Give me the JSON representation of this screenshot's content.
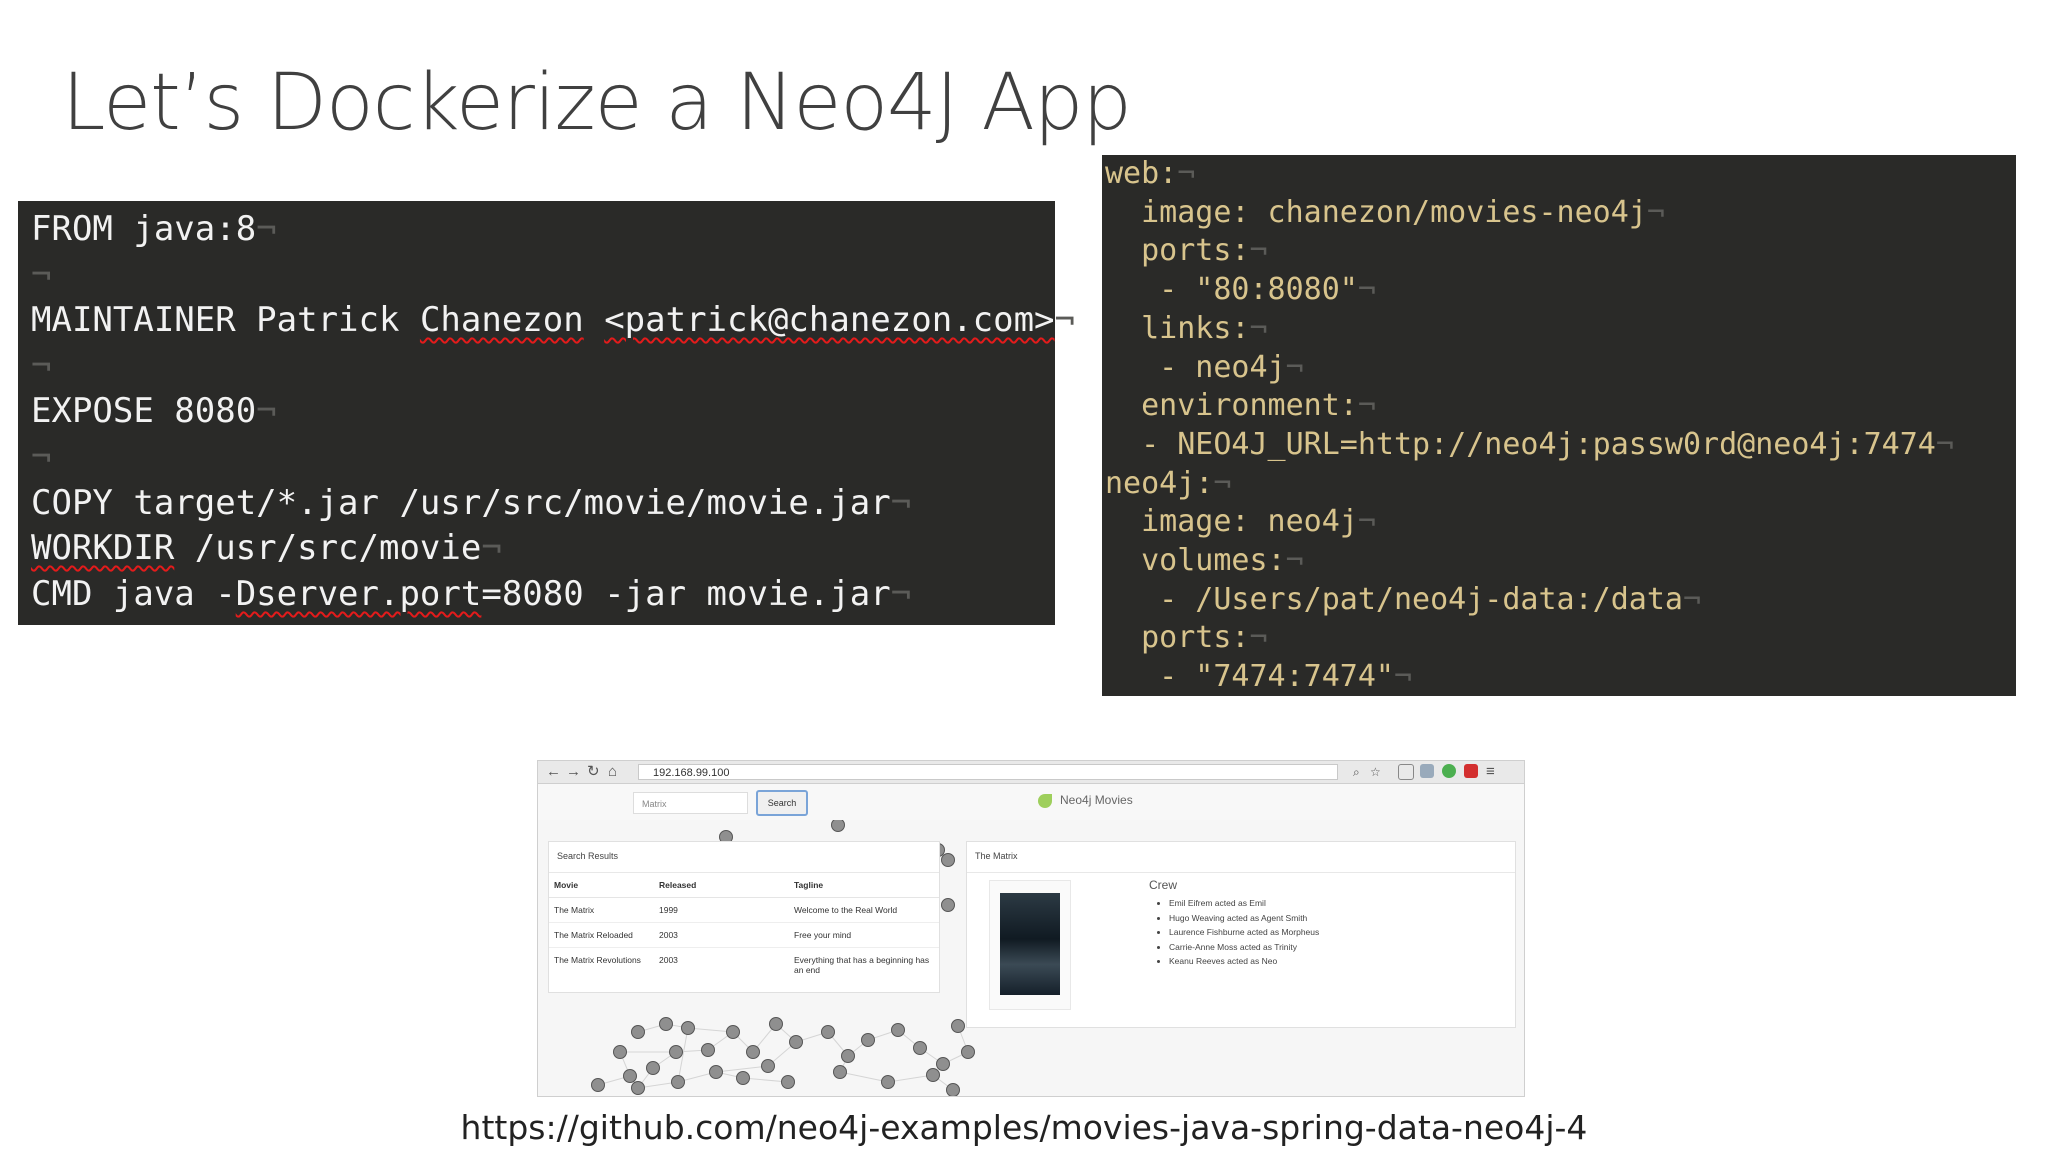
{
  "slide": {
    "title": "Let’s Dockerize a Neo4J App",
    "url": "https://github.com/neo4j-examples/movies-java-spring-data-neo4j-4"
  },
  "dockerfile": {
    "lines": [
      [
        "FROM java:8",
        "¬"
      ],
      [
        "",
        "¬"
      ],
      [
        "MAINTAINER Patrick Chanezon <patrick@chanezon.com>",
        "¬"
      ],
      [
        "",
        "¬"
      ],
      [
        "EXPOSE 8080",
        "¬"
      ],
      [
        "",
        "¬"
      ],
      [
        "COPY target/*.jar /usr/src/movie/movie.jar",
        "¬"
      ],
      [
        "WORKDIR /usr/src/movie",
        "¬"
      ],
      [
        "CMD java -Dserver.port=8080 -jar movie.jar",
        "¬"
      ]
    ],
    "spellcheck_flagged": [
      "Chanezon",
      "<patrick@chanezon.com>",
      "WORKDIR",
      "Dserver.port"
    ]
  },
  "compose": {
    "lines": [
      [
        "web:",
        "¬"
      ],
      [
        "  image: chanezon/movies-neo4j",
        "¬"
      ],
      [
        "  ports:",
        "¬"
      ],
      [
        "   - \"80:8080\"",
        "¬"
      ],
      [
        "  links:",
        "¬"
      ],
      [
        "   - neo4j",
        "¬"
      ],
      [
        "  environment:",
        "¬"
      ],
      [
        "  - NEO4J_URL=http://neo4j:passw0rd@neo4j:7474",
        "¬"
      ],
      [
        "neo4j:",
        "¬"
      ],
      [
        "  image: neo4j",
        "¬"
      ],
      [
        "  volumes:",
        "¬"
      ],
      [
        "   - /Users/pat/neo4j-data:/data",
        "¬"
      ],
      [
        "  ports:",
        "¬"
      ],
      [
        "   - \"7474:7474\"",
        "¬"
      ]
    ]
  },
  "browser": {
    "url": "192.168.99.100",
    "search_value": "Matrix",
    "search_button": "Search",
    "app_name": "Neo4j Movies",
    "results_title": "Search Results",
    "columns": [
      "Movie",
      "Released",
      "Tagline"
    ],
    "rows": [
      [
        "The Matrix",
        "1999",
        "Welcome to the Real World"
      ],
      [
        "The Matrix Reloaded",
        "2003",
        "Free your mind"
      ],
      [
        "The Matrix Revolutions",
        "2003",
        "Everything that has a beginning has an end"
      ]
    ],
    "details_title": "The Matrix",
    "crew_heading": "Crew",
    "crew": [
      "Emil Eifrem acted as Emil",
      "Hugo Weaving acted as Agent Smith",
      "Laurence Fishburne acted as Morpheus",
      "Carrie-Anne Moss acted as Trinity",
      "Keanu Reeves acted as Neo"
    ]
  }
}
